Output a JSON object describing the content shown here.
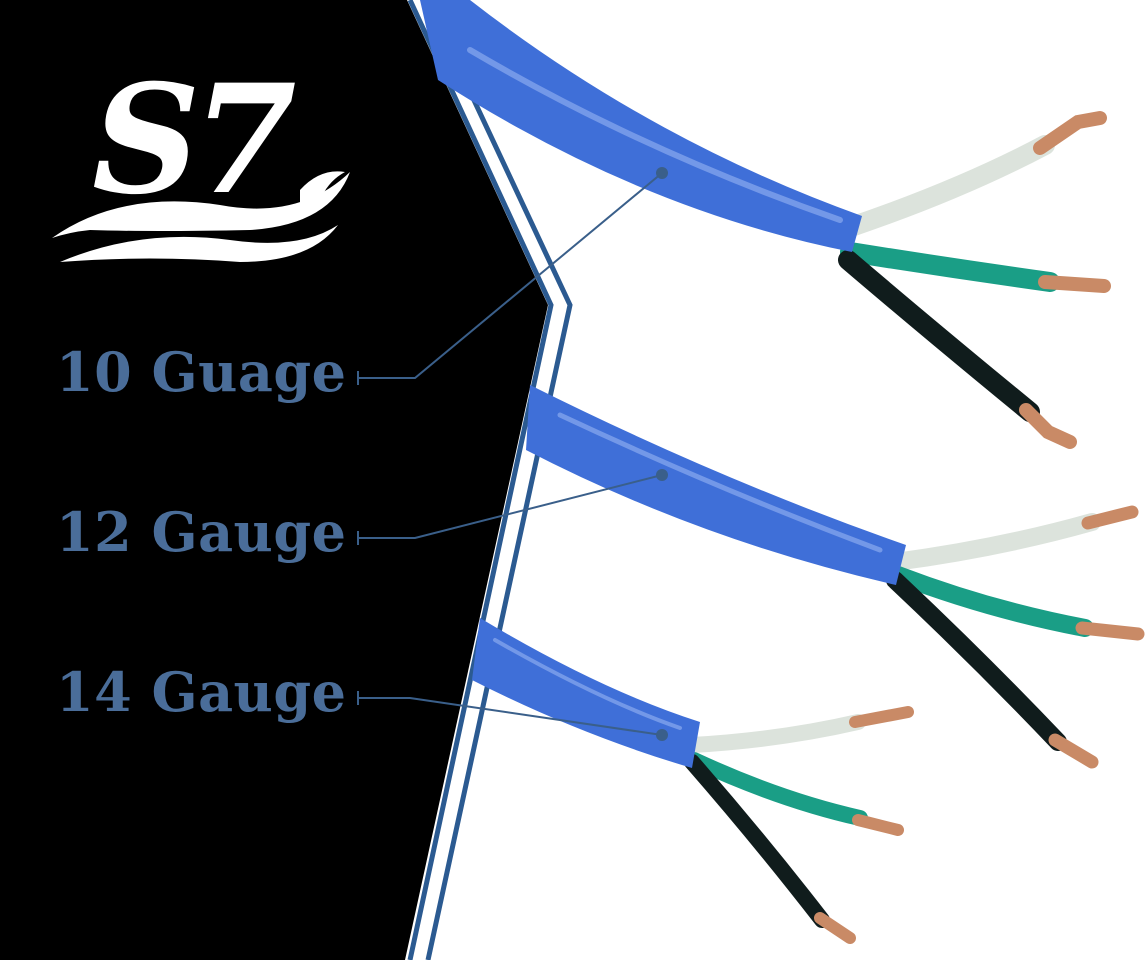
{
  "brand": {
    "logo_text": "S7",
    "logo_color": "#ffffff",
    "background_color": "#000000"
  },
  "labels": [
    {
      "text": "10 Guage"
    },
    {
      "text": "12 Gauge"
    },
    {
      "text": "14 Gauge"
    }
  ],
  "colors": {
    "label_text": "#4a6d99",
    "leader_line": "#3a5f8a",
    "border_stripe": "#2b5a91",
    "jacket": "#3f6fd8",
    "jacket_highlight": "#9fbaf5",
    "wire_white": "#dce3dc",
    "wire_green": "#1a9e86",
    "wire_black": "#101c1c",
    "copper": "#c98a66"
  },
  "icons": {
    "logo": "s7-wave-logo",
    "cables": "three-conductor-cable-icon"
  }
}
